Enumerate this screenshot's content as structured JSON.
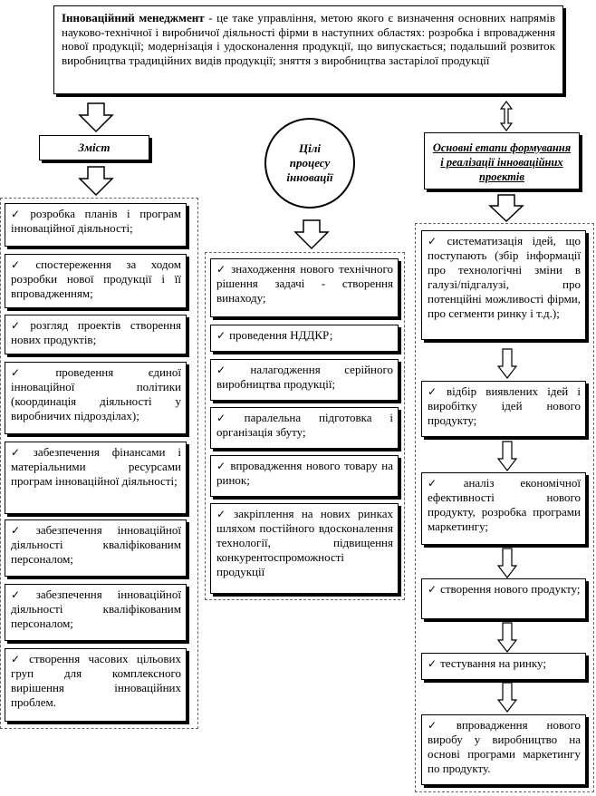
{
  "header": {
    "term": "Інноваційний менеджмент",
    "text": " - це таке управління, метою якого є визначення основних напрямів науково-технічної і виробничої діяльності фірми в наступних областях: розробка і впровадження нової продукції; модернізація і удосконалення продукції, що випускається; подальший розвиток виробництва традиційних видів продукції; зняття з виробництва застарілої продукції"
  },
  "left": {
    "title": "Зміст",
    "items": [
      "розробка планів і програм інноваційної діяльності;",
      "спостереження за ходом розробки нової продукції і її впровадженням;",
      "розгляд проектів створення нових продуктів;",
      "проведення єдиної інноваційної політики (координація діяльності у виробничих підрозділах);",
      "забезпечення фінансами і матеріальними ресурсами програм інноваційної діяльності;",
      "забезпечення інноваційної діяльності кваліфікованим персоналом;",
      "забезпечення інноваційної діяльності кваліфікованим персоналом;",
      "створення часових цільових груп для комплексного вирішення інноваційних проблем."
    ]
  },
  "middle": {
    "title_line1": "Цілі",
    "title_line2": "процесу",
    "title_line3": "інновації",
    "items": [
      "знаходження нового технічного рішення задачі - створення винаходу;",
      "проведення НДДКР;",
      "налагодження серійного виробництва продукції;",
      "паралельна підготовка і організація збуту;",
      "впровадження нового товару на ринок;",
      "закріплення на нових ринках шляхом постійного вдосконалення технології, підвищення конкурентоспроможності продукції"
    ]
  },
  "right": {
    "title": "Основні етапи формування і реалізації інноваційних проектів",
    "items": [
      "систематизація ідей, що поступають (збір інформації про технологічні зміни в галузі/підгалузі, про потенційні можливості фірми, про сегменти ринку і т.д.);",
      "відбір виявлених ідей і виробітку ідей нового продукту;",
      "аналіз економічної ефективності нового продукту, розробка програми маркетингу;",
      "створення нового продукту;",
      "тестування на ринку;",
      "впровадження нового виробу у виробництво на основі програми маркетингу по продукту."
    ]
  },
  "icons": {
    "check": "✓"
  }
}
